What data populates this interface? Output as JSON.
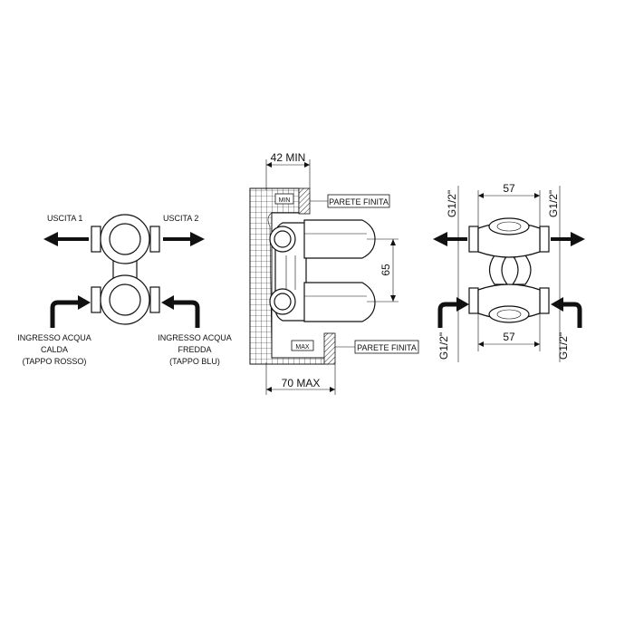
{
  "front_view": {
    "outlet_1": "USCITA 1",
    "outlet_2": "USCITA 2",
    "hot_inlet_line1": "INGRESSO ACQUA",
    "hot_inlet_line2": "CALDA",
    "hot_inlet_line3": "(TAPPO ROSSO)",
    "cold_inlet_line1": "INGRESSO ACQUA",
    "cold_inlet_line2": "FREDDA",
    "cold_inlet_line3": "(TAPPO BLU)"
  },
  "side_view": {
    "min_depth": "42 MIN",
    "max_depth": "70 MAX",
    "min_tag": "MIN",
    "max_tag": "MAX",
    "wall_finish_1": "PARETE FINITA",
    "wall_finish_2": "PARETE FINITA",
    "spacing": "65"
  },
  "top_view": {
    "width_top": "57",
    "width_bottom": "57",
    "thread_tl": "G1/2\"",
    "thread_tr": "G1/2\"",
    "thread_bl": "G1/2\"",
    "thread_br": "G1/2\""
  },
  "colors": {
    "line": "#111111",
    "background": "#ffffff"
  }
}
